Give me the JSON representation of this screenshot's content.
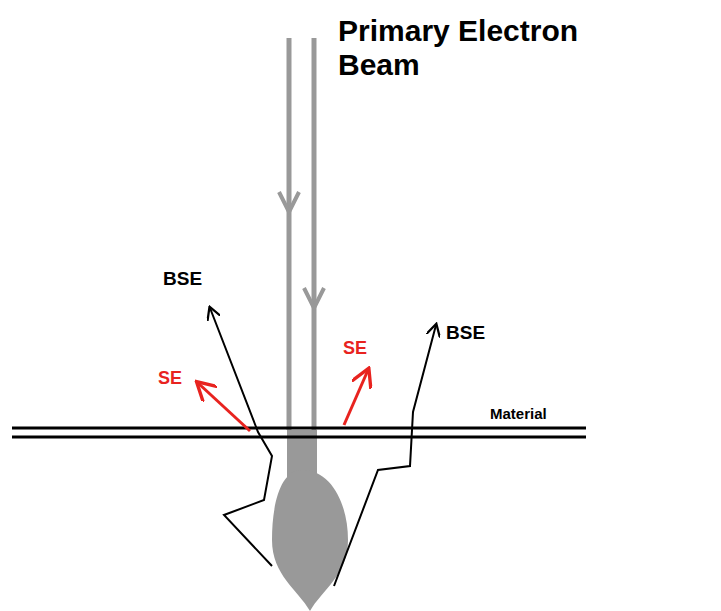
{
  "diagram": {
    "labels": [
      "Primary Electron Beam",
      "BSE",
      "BSE",
      "SE",
      "SE",
      "Material"
    ]
  }
}
